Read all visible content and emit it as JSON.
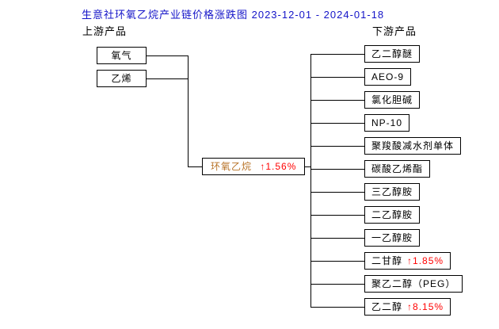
{
  "title": "生意社环氧乙烷产业链价格涨跌图 2023-12-01 - 2024-01-18",
  "upstream_label": "上游产品",
  "downstream_label": "下游产品",
  "upstream": [
    {
      "name": "氧气",
      "change": ""
    },
    {
      "name": "乙烯",
      "change": ""
    }
  ],
  "center": {
    "name": "环氧乙烷",
    "change": "↑1.56%"
  },
  "downstream": [
    {
      "name": "乙二醇醚",
      "change": ""
    },
    {
      "name": "AEO-9",
      "change": ""
    },
    {
      "name": "氯化胆碱",
      "change": ""
    },
    {
      "name": "NP-10",
      "change": ""
    },
    {
      "name": "聚羧酸减水剂单体",
      "change": ""
    },
    {
      "name": "碳酸乙烯酯",
      "change": ""
    },
    {
      "name": "三乙醇胺",
      "change": ""
    },
    {
      "name": "二乙醇胺",
      "change": ""
    },
    {
      "name": "一乙醇胺",
      "change": ""
    },
    {
      "name": "二甘醇",
      "change": "↑1.85%"
    },
    {
      "name": "聚乙二醇（PEG）",
      "change": ""
    },
    {
      "name": "乙二醇",
      "change": "↑8.15%"
    }
  ],
  "colors": {
    "title": "#1414c8",
    "change": "#ff0000",
    "center_name": "#b87328",
    "line": "#000000"
  }
}
